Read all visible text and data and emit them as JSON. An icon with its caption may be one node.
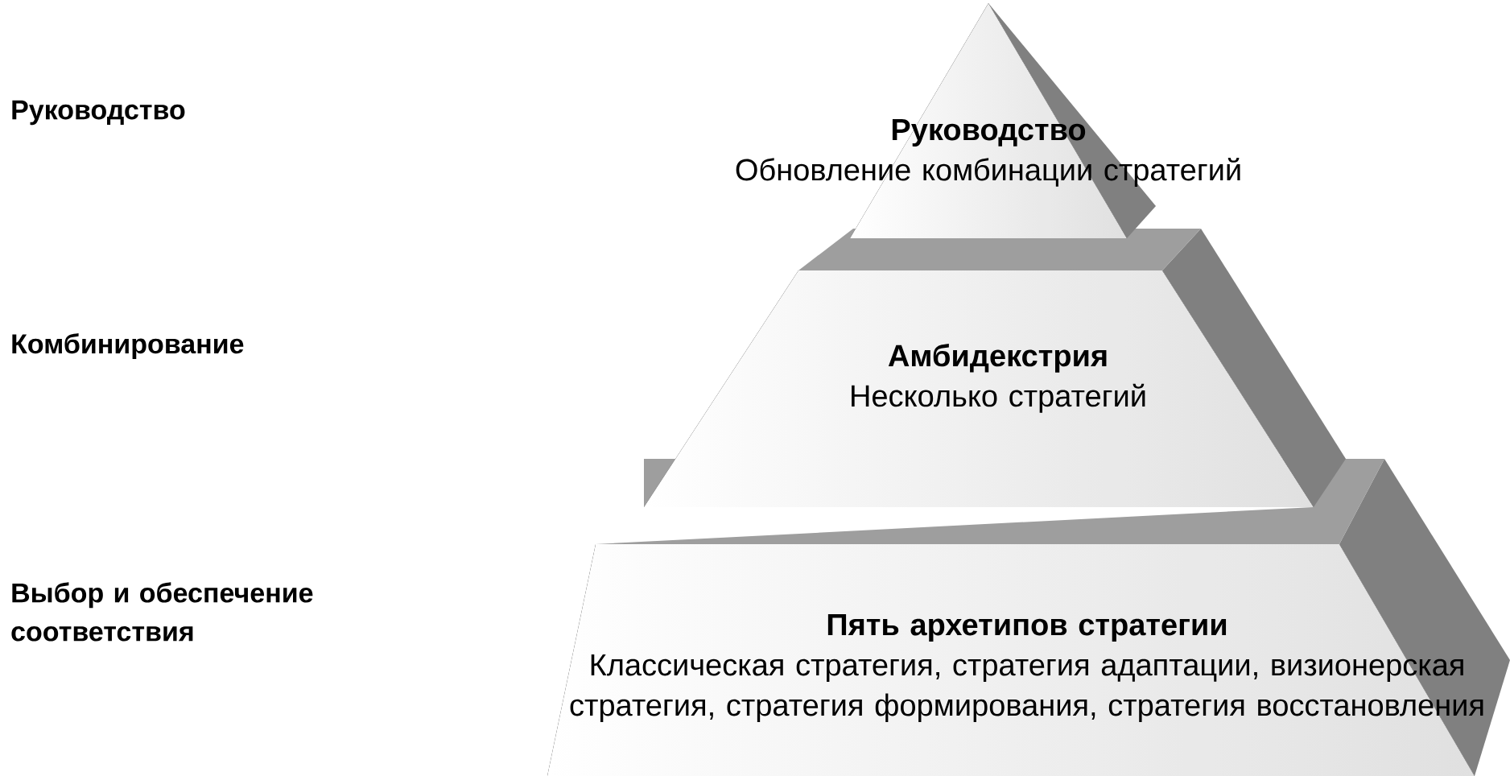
{
  "diagram": {
    "nodes": [
      {
        "text": [
          "Руководство",
          "Обновление комбинации стратегий"
        ]
      },
      {
        "text": [
          "Амбидекстрия",
          "Несколько стратегий"
        ]
      },
      {
        "text": [
          "Пять архетипов стратегии",
          "Классическая стратегия, стратегия адаптации, визионерская стратегия, стратегия формирования, стратегия восстановления"
        ]
      }
    ],
    "labels": [
      "Руководство",
      "Комбинирование",
      "Выбор и обеспечение соответствия"
    ]
  }
}
